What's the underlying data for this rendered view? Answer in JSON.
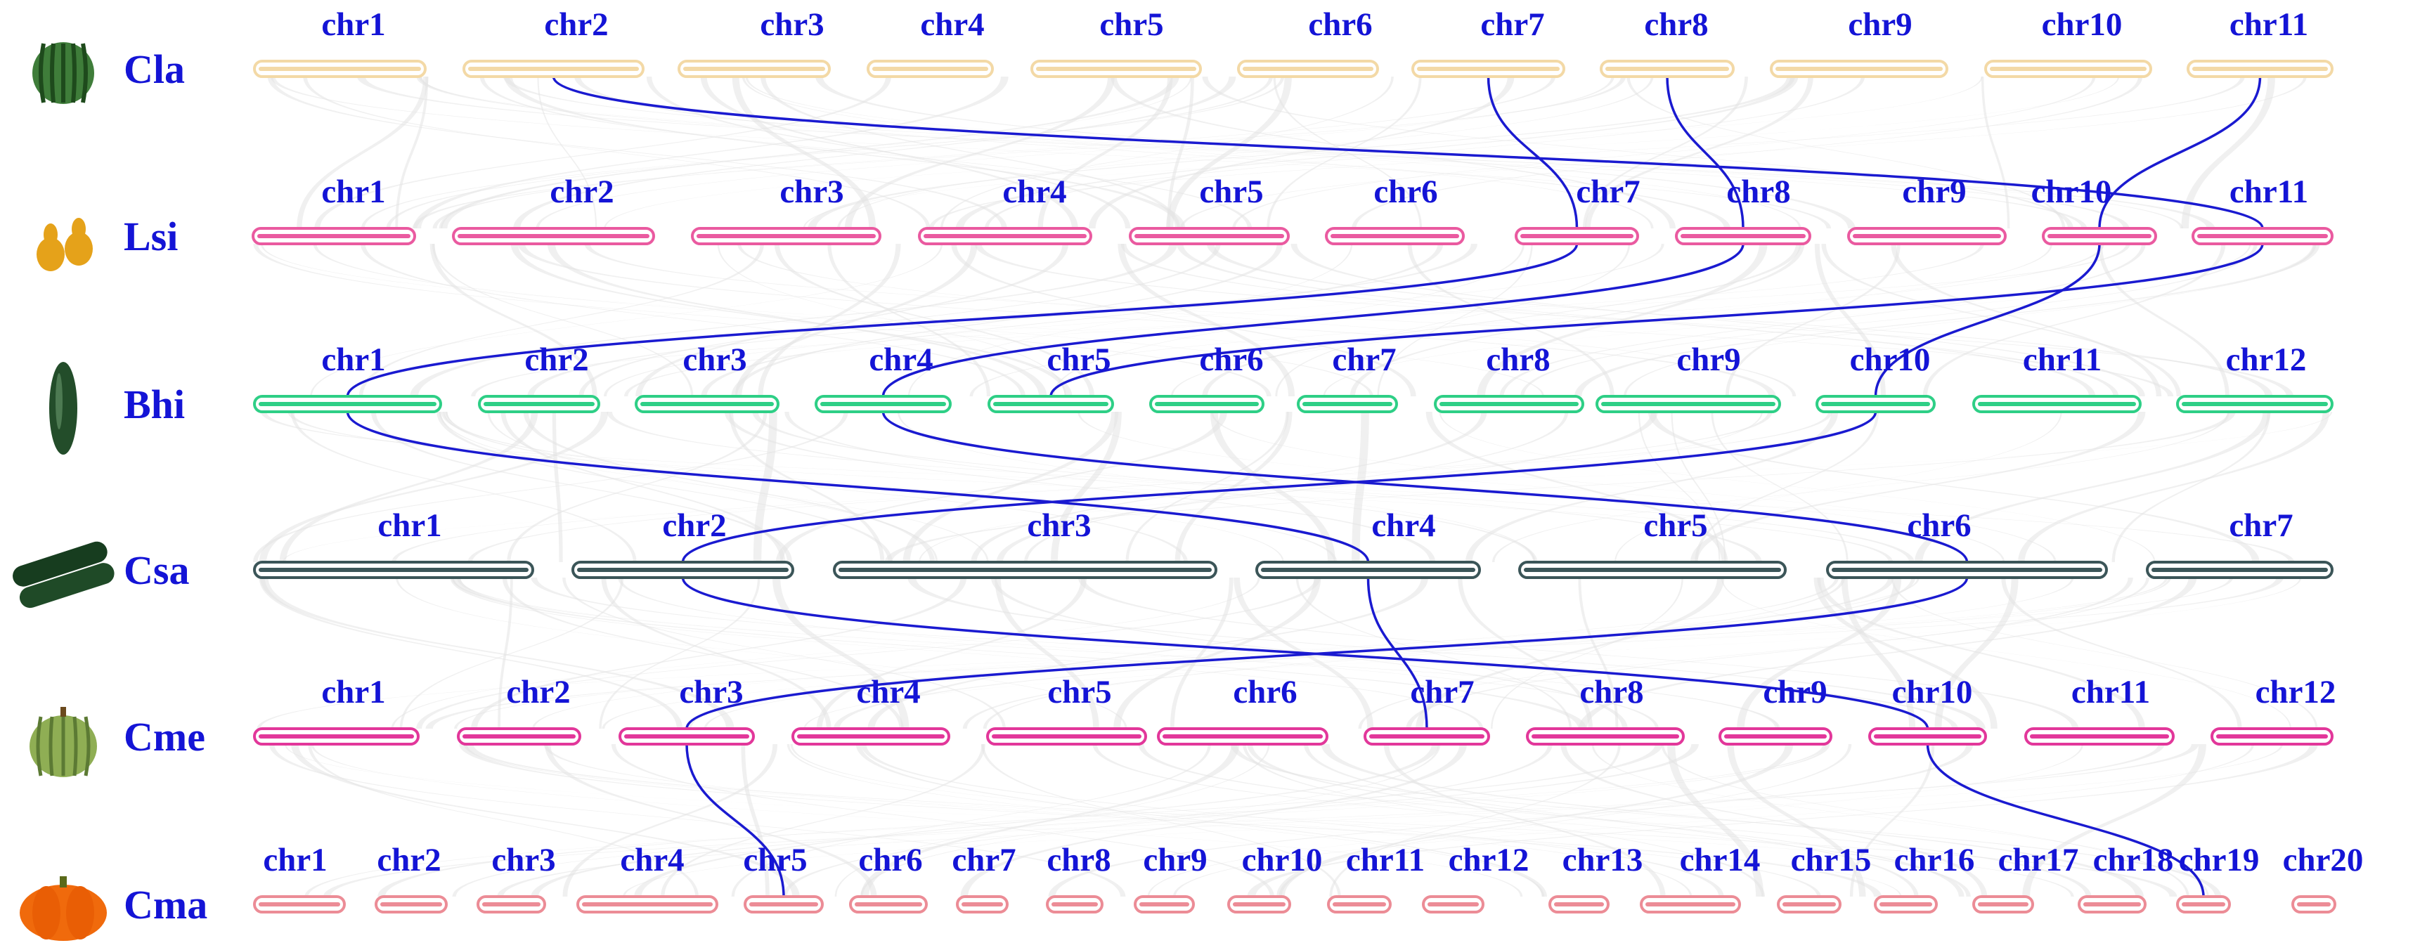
{
  "diagram": {
    "type": "multi-genome synteny plot",
    "background_link_color": "#e3e3e3",
    "highlight_link_color": "#1a1ad0",
    "label_color": "#1414d6"
  },
  "species": [
    {
      "id": "Cla",
      "label": "Cla",
      "icon": "watermelon-icon",
      "bar_color": "#f3d9a6",
      "chromosomes": [
        "chr1",
        "chr2",
        "chr3",
        "chr4",
        "chr5",
        "chr6",
        "chr7",
        "chr8",
        "chr9",
        "chr10",
        "chr11"
      ]
    },
    {
      "id": "Lsi",
      "label": "Lsi",
      "icon": "bottle-gourd-icon",
      "bar_color": "#ea5aa0",
      "chromosomes": [
        "chr1",
        "chr2",
        "chr3",
        "chr4",
        "chr5",
        "chr6",
        "chr7",
        "chr8",
        "chr9",
        "chr10",
        "chr11"
      ]
    },
    {
      "id": "Bhi",
      "label": "Bhi",
      "icon": "wax-gourd-icon",
      "bar_color": "#2ecf86",
      "chromosomes": [
        "chr1",
        "chr2",
        "chr3",
        "chr4",
        "chr5",
        "chr6",
        "chr7",
        "chr8",
        "chr9",
        "chr10",
        "chr11",
        "chr12"
      ]
    },
    {
      "id": "Csa",
      "label": "Csa",
      "icon": "cucumber-icon",
      "bar_color": "#3b5558",
      "chromosomes": [
        "chr1",
        "chr2",
        "chr3",
        "chr4",
        "chr5",
        "chr6",
        "chr7"
      ]
    },
    {
      "id": "Cme",
      "label": "Cme",
      "icon": "melon-icon",
      "bar_color": "#e2379a",
      "chromosomes": [
        "chr1",
        "chr2",
        "chr3",
        "chr4",
        "chr5",
        "chr6",
        "chr7",
        "chr8",
        "chr9",
        "chr10",
        "chr11",
        "chr12"
      ]
    },
    {
      "id": "Cma",
      "label": "Cma",
      "icon": "pumpkin-icon",
      "bar_color": "#ec8c96",
      "chromosomes": [
        "chr1",
        "chr2",
        "chr3",
        "chr4",
        "chr5",
        "chr6",
        "chr7",
        "chr8",
        "chr9",
        "chr10",
        "chr11",
        "chr12",
        "chr13",
        "chr14",
        "chr15",
        "chr16",
        "chr17",
        "chr18",
        "chr19",
        "chr20"
      ]
    }
  ],
  "highlight_links": [
    {
      "from": "Cla chr2",
      "to": "Lsi chr11"
    },
    {
      "from": "Cla chr7",
      "to": "Lsi chr7"
    },
    {
      "from": "Cla chr8",
      "to": "Lsi chr8"
    },
    {
      "from": "Cla chr11",
      "to": "Lsi chr10"
    },
    {
      "from": "Lsi chr7",
      "to": "Bhi chr1"
    },
    {
      "from": "Lsi chr8",
      "to": "Bhi chr4"
    },
    {
      "from": "Lsi chr10",
      "to": "Bhi chr10"
    },
    {
      "from": "Lsi chr11",
      "to": "Bhi chr5"
    },
    {
      "from": "Bhi chr1",
      "to": "Csa chr4"
    },
    {
      "from": "Bhi chr4",
      "to": "Csa chr6"
    },
    {
      "from": "Bhi chr10",
      "to": "Csa chr2"
    },
    {
      "from": "Csa chr2",
      "to": "Cme chr10"
    },
    {
      "from": "Csa chr4",
      "to": "Cme chr7"
    },
    {
      "from": "Csa chr6",
      "to": "Cme chr3"
    },
    {
      "from": "Cme chr3",
      "to": "Cma chr5"
    },
    {
      "from": "Cme chr10",
      "to": "Cma chr19"
    }
  ]
}
